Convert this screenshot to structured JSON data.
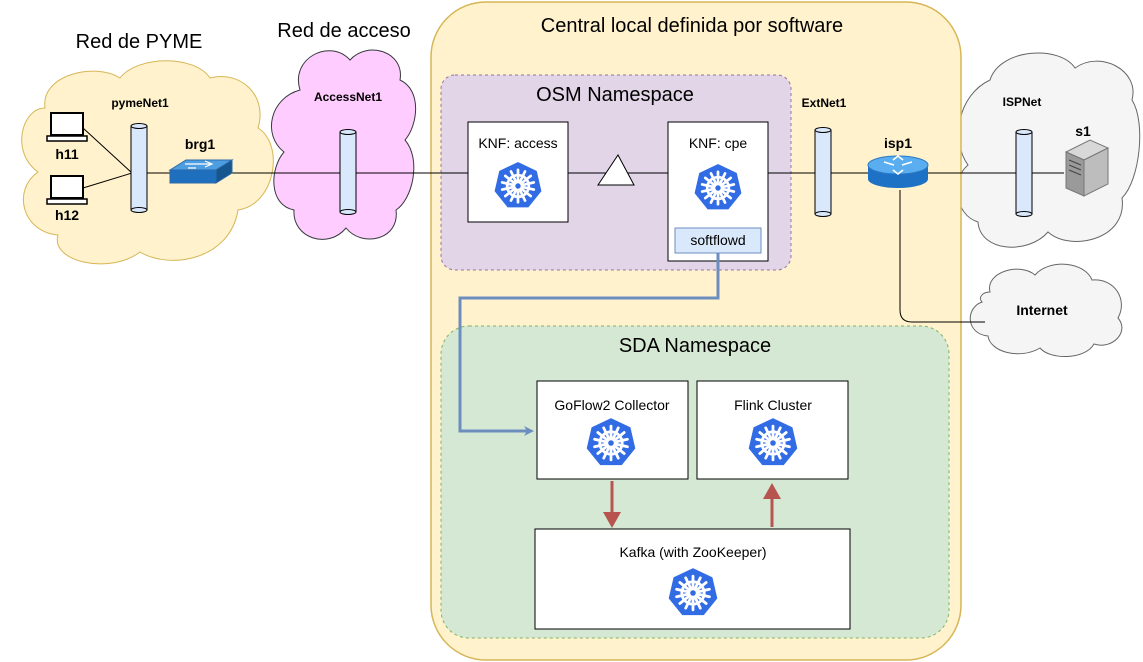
{
  "labels": {
    "red_pyme": "Red de PYME",
    "red_acceso": "Red de acceso",
    "central": "Central local definida por software",
    "osm_ns": "OSM Namespace",
    "sda_ns": "SDA Namespace",
    "pymeNet1": "pymeNet1",
    "accessNet1": "AccessNet1",
    "extNet1": "ExtNet1",
    "ispNet": "ISPNet",
    "brg1": "brg1",
    "isp1": "isp1",
    "s1": "s1",
    "h11": "h11",
    "h12": "h12",
    "internet": "Internet",
    "knf_access": "KNF: access",
    "knf_cpe": "KNF: cpe",
    "softflowd": "softflowd",
    "goflow": "GoFlow2 Collector",
    "flink": "Flink Cluster",
    "kafka": "Kafka (with ZooKeeper)"
  },
  "colors": {
    "pyme_cloud": "#fff2cc",
    "access_cloud": "#ffccff",
    "isp_cloud": "#f5f5f5",
    "central_fill": "#fff2cc",
    "central_stroke": "#d6b656",
    "osm_fill": "#e1d5e7",
    "osm_stroke": "#9673a6",
    "sda_fill": "#d5e8d4",
    "sda_stroke": "#82b366",
    "net_cylinder": "#dae8fc",
    "flow_arrow": "#6c8ebf",
    "kafka_arrow": "#b85450",
    "k8s_blue": "#326ce5"
  },
  "icons": [
    "k8s-icon",
    "switch-icon",
    "router-icon",
    "server-icon",
    "computer-icon",
    "triangle-icon"
  ]
}
